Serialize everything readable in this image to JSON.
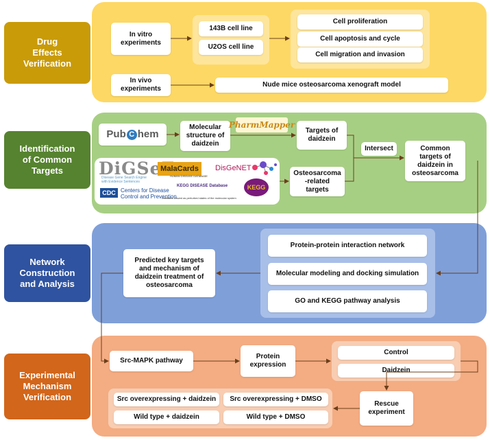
{
  "sections": {
    "drug": {
      "label": "Drug\nEffects\nVerification",
      "color": "#c99b08",
      "panel": "#fdd864"
    },
    "targets": {
      "label": "Identification\nof Common\nTargets",
      "color": "#56832f",
      "panel": "#a7cf84"
    },
    "network": {
      "label": "Network\nConstruction\nand Analysis",
      "color": "#2f53a0",
      "panel": "#7f9fd9"
    },
    "experimental": {
      "label": "Experimental\nMechanism\nVerification",
      "color": "#d2661a",
      "panel": "#f4ac82"
    }
  },
  "drug": {
    "in_vitro": "In vitro\nexperiments",
    "cell_143b": "143B cell line",
    "cell_u2os": "U2OS cell line",
    "prolif": "Cell proliferation",
    "apoptosis": "Cell apoptosis and cycle",
    "migration": "Cell migration and invasion",
    "in_vivo": "In vivo\nexperiments",
    "xenograft": "Nude mice osteosarcoma xenograft model"
  },
  "targets": {
    "pubchem_a": "Pub",
    "pubchem_b": "C",
    "pubchem_c": "hem",
    "molecular": "Molecular\nstructure of\ndaidzein",
    "pharmmapper": "PharmMapper",
    "targets_daidzein": "Targets of\ndaidzein",
    "intersect": "Intersect",
    "common": "Common\ntargets of\ndaidzein in\nosteosarcoma",
    "osteo_targets": "Osteosarcoma\n-related\ntargets",
    "digsee": "DiGSeE",
    "digsee_sub1": "Disease Gene Search Engine",
    "digsee_sub2": "with Evidence Sentences",
    "malacards": "MalaCards",
    "malacards_sub": "HUMAN DISEASE DATABASE",
    "disgenet": "DisGeNET",
    "cdc": "CDC",
    "cdc_line1": "Centers for Disease",
    "cdc_line2": "Control and Prevention",
    "kegg_db": "KEGG DISEASE Database",
    "kegg_sub": "Diseases viewed as perturbed states of the molecular system",
    "kegg_logo": "KEGG"
  },
  "network": {
    "ppi": "Protein-protein interaction network",
    "docking": "Molecular modeling and docking simulation",
    "go_kegg": "GO and KEGG pathway analysis",
    "predicted": "Predicted key targets\nand mechanism of\ndaidzein treatment of\nosteosarcoma"
  },
  "experimental": {
    "src_mapk": "Src-MAPK pathway",
    "protein": "Protein\nexpression",
    "control": "Control",
    "daidzein": "Daidzein",
    "rescue": "Rescue\nexperiment",
    "src_daidzein": "Src overexpressing + daidzein",
    "src_dmso": "Src overexpressing + DMSO",
    "wt_daidzein": "Wild type + daidzein",
    "wt_dmso": "Wild type + DMSO"
  },
  "colors": {
    "arrow": "#6b3f1a",
    "digsee_gray": "#8a8a8a",
    "malacards_bg": "#e8a317",
    "kegg_purple": "#4b2b82",
    "cdc_blue": "#1c4f9a",
    "pubchem_blue": "#2f7cc0"
  }
}
